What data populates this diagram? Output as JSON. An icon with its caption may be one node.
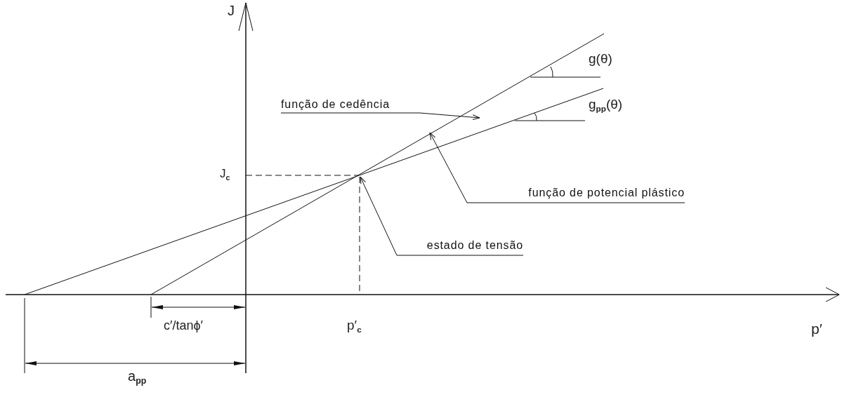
{
  "diagram": {
    "nodes": [
      {
        "text": [
          "função de cedência"
        ]
      },
      {
        "text": [
          "função de potencial plástico"
        ]
      },
      {
        "text": [
          "estado de tensão"
        ]
      }
    ],
    "edges": [
      {
        "from": 0,
        "to": null,
        "arrow": "to"
      },
      {
        "from": 1,
        "to": null,
        "arrow": "to"
      },
      {
        "from": 2,
        "to": null,
        "arrow": "to"
      }
    ],
    "labels": [
      "J",
      "g(θ)",
      "g$_{pp}$(θ)",
      "J$_{c}$",
      "p′$_{c}$",
      "p′",
      "c′/tanϕ′",
      "a$_{pp}$"
    ]
  }
}
